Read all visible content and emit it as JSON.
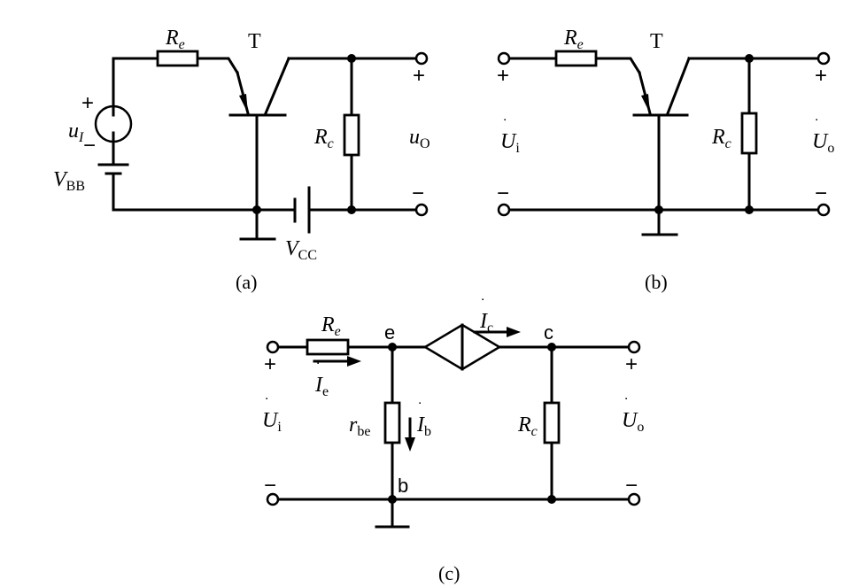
{
  "labels": {
    "R": "R",
    "e": "e",
    "c": "c",
    "r": "r",
    "be": "be",
    "T": "T",
    "u": "u",
    "I": "I",
    "O": "O",
    "i": "i",
    "o": "o",
    "V": "V",
    "BB": "BB",
    "CC": "CC",
    "U": "U",
    "b": "b"
  },
  "signs": {
    "plus": "+",
    "minus": "−"
  },
  "nodes": {
    "e": "e",
    "c": "c",
    "b": "b"
  },
  "captions": {
    "a": "(a)",
    "b": "(b)",
    "c": "(c)"
  }
}
